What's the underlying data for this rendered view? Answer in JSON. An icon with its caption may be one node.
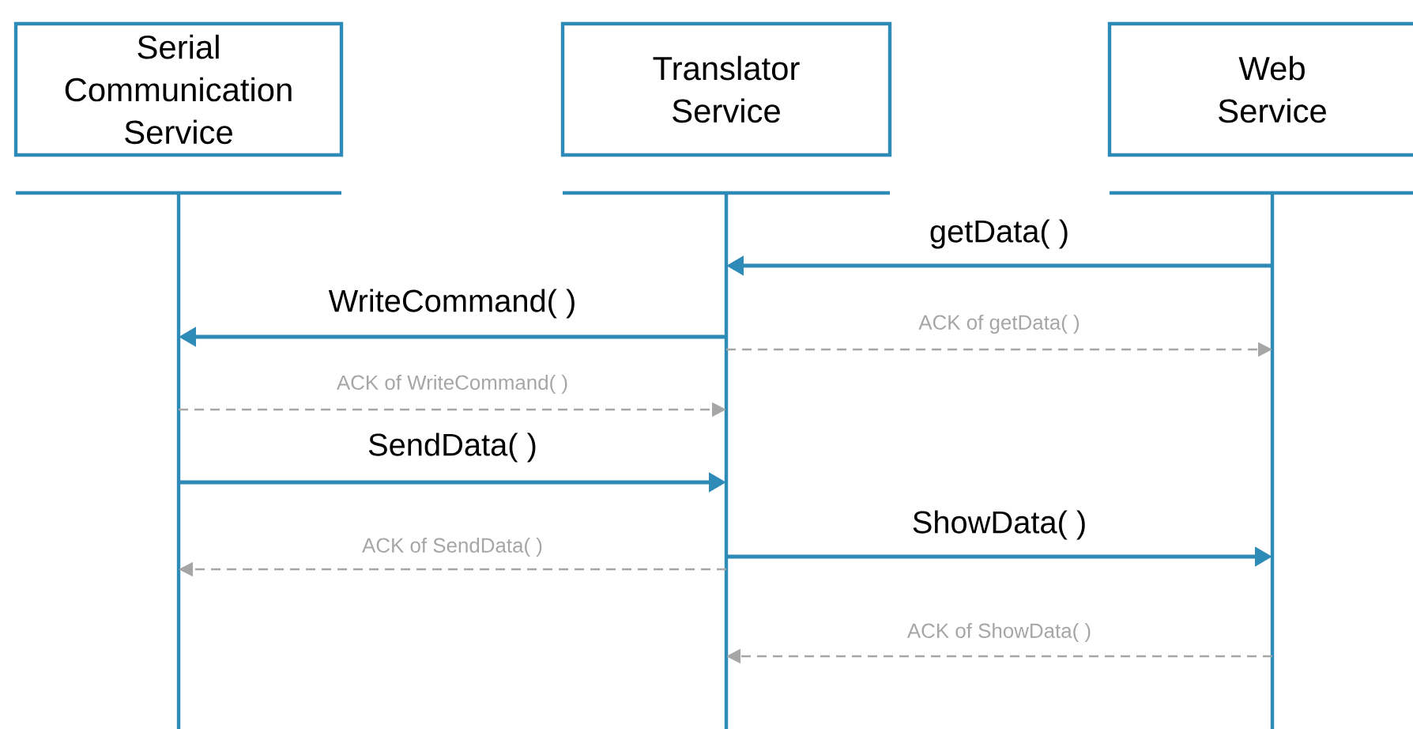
{
  "diagram": {
    "nodes": [
      {
        "text": [
          "Serial Communication Service"
        ]
      },
      {
        "text": [
          "Translator Service"
        ]
      },
      {
        "text": [
          "Web Service"
        ]
      }
    ],
    "edges": [
      {
        "from": 2,
        "to": 1,
        "arrow": "to",
        "label": "getData( )"
      },
      {
        "from": 1,
        "to": 0,
        "arrow": "to",
        "label": "WriteCommand( )"
      },
      {
        "from": 1,
        "to": 2,
        "arrow": "to",
        "label": "ACK of getData( )",
        "style": "dashed",
        "color": "#a6a6a6"
      },
      {
        "from": 0,
        "to": 1,
        "arrow": "to",
        "label": "ACK of WriteCommand( )",
        "style": "dashed",
        "color": "#a6a6a6"
      },
      {
        "from": 0,
        "to": 1,
        "arrow": "to",
        "label": "SendData( )"
      },
      {
        "from": 1,
        "to": 2,
        "arrow": "to",
        "label": "ShowData( )"
      },
      {
        "from": 1,
        "to": 0,
        "arrow": "to",
        "label": "ACK of SendData( )",
        "style": "dashed",
        "color": "#a6a6a6"
      },
      {
        "from": 2,
        "to": 1,
        "arrow": "to",
        "label": "ACK of ShowData( )",
        "style": "dashed",
        "color": "#a6a6a6"
      }
    ]
  }
}
